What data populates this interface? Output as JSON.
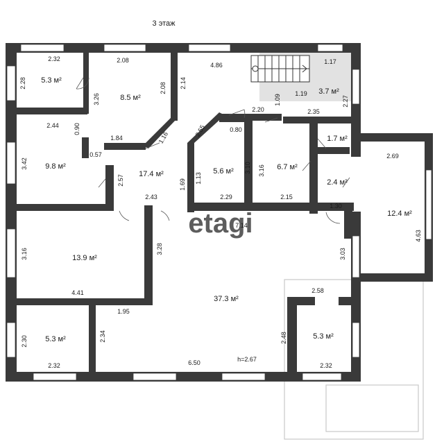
{
  "floor_title": "3 этаж",
  "watermark": "etagi",
  "ceiling_height": "h=2.67",
  "colors": {
    "wall": "#3a3a3a",
    "grey_fill": "#e2e2e2",
    "outline": "#c8c8c8",
    "text": "#1a1a1a"
  },
  "rooms": [
    {
      "id": "r1",
      "area": "5.3 м²"
    },
    {
      "id": "r2",
      "area": "8.5 м²"
    },
    {
      "id": "r3",
      "area": "3.7 м²"
    },
    {
      "id": "r4",
      "area": "9.8 м²"
    },
    {
      "id": "r5",
      "area": "17.4 м²"
    },
    {
      "id": "r6",
      "area": "5.6 м²"
    },
    {
      "id": "r7",
      "area": "6.7 м²"
    },
    {
      "id": "r8",
      "area": "1.7 м²"
    },
    {
      "id": "r9",
      "area": "2.4 м²"
    },
    {
      "id": "r10",
      "area": "12.4 м²"
    },
    {
      "id": "r11",
      "area": "13.9 м²"
    },
    {
      "id": "r12",
      "area": "37.3 м²"
    },
    {
      "id": "r13",
      "area": "5.3 м²"
    },
    {
      "id": "r14",
      "area": "5.3 м²"
    }
  ],
  "dimensions": [
    "2.32",
    "2.28",
    "2.08",
    "3.26",
    "2.08",
    "2.14",
    "4.86",
    "1.17",
    "1.19",
    "1.09",
    "2.27",
    "2.20",
    "2.35",
    "2.44",
    "0.90",
    "1.84",
    "1.16",
    "2.55",
    "0.80",
    "3.42",
    "0.57",
    "2.57",
    "1.69",
    "1.13",
    "3.10",
    "3.16",
    "2.43",
    "2.29",
    "2.15",
    "1.30",
    "2.69",
    "4.63",
    "7.14",
    "3.16",
    "3.28",
    "3.03",
    "4.41",
    "1.95",
    "2.58",
    "2.34",
    "2.48",
    "2.30",
    "2.32",
    "6.50",
    "2.32"
  ]
}
